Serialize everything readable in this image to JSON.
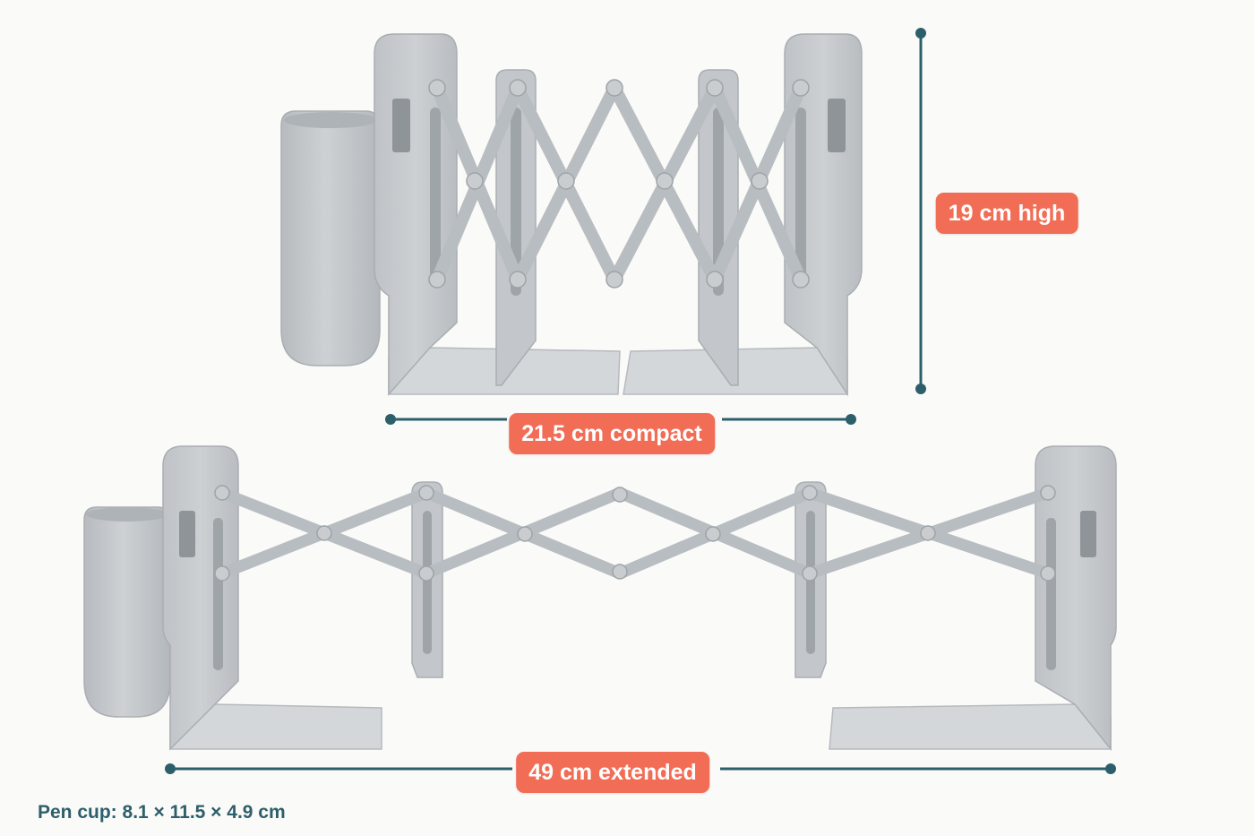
{
  "dimensions": {
    "height_label": "19 cm high",
    "compact_label": "21.5 cm compact",
    "extended_label": "49 cm extended"
  },
  "footnote": "Pen cup: 8.1 × 11.5 × 4.9 cm",
  "colors": {
    "background": "#fafaf8",
    "product_gray": "#c5c9cc",
    "product_shade": "#adb2b6",
    "measure_line": "#2d5f6b",
    "label_pill": "#f26d56",
    "label_text": "#ffffff"
  }
}
